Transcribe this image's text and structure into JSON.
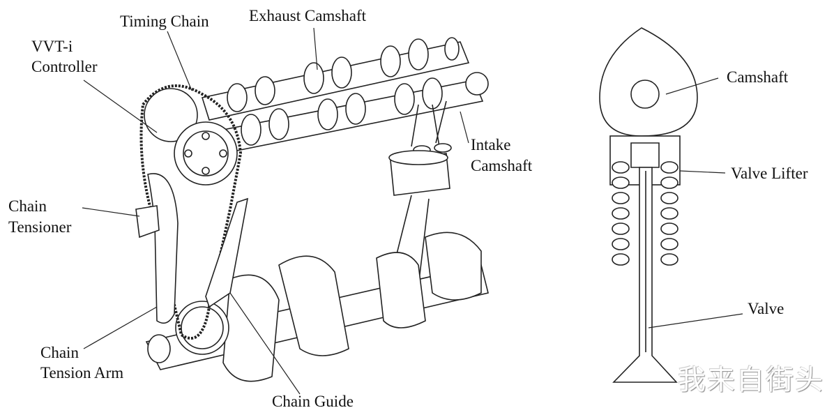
{
  "labels": {
    "timing_chain": "Timing Chain",
    "exhaust_camshaft": "Exhaust Camshaft",
    "vvti_line1": "VVT-i",
    "vvti_line2": "Controller",
    "intake_line1": "Intake",
    "intake_line2": "Camshaft",
    "tensioner_line1": "Chain",
    "tensioner_line2": "Tensioner",
    "tension_arm_line1": "Chain",
    "tension_arm_line2": "Tension Arm",
    "chain_guide": "Chain Guide",
    "camshaft": "Camshaft",
    "valve_lifter": "Valve Lifter",
    "valve": "Valve"
  },
  "watermark": "我来自街头"
}
